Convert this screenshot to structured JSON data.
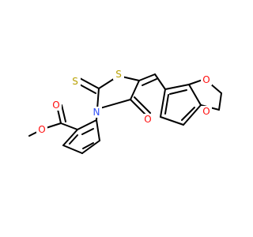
{
  "molecule": {
    "atom_labels": {
      "ester_carbonyl_o": "O",
      "ester_ether_o": "O",
      "ring_s": "S",
      "thione_s": "S",
      "ring_n": "N",
      "ring_carbonyl_o": "O",
      "dioxole_o_top": "O",
      "dioxole_o_bottom": "O"
    },
    "colors": {
      "carbon": "#000000",
      "oxygen": "#ff0d0d",
      "sulfur": "#b8a000",
      "nitrogen": "#3050f8"
    }
  }
}
